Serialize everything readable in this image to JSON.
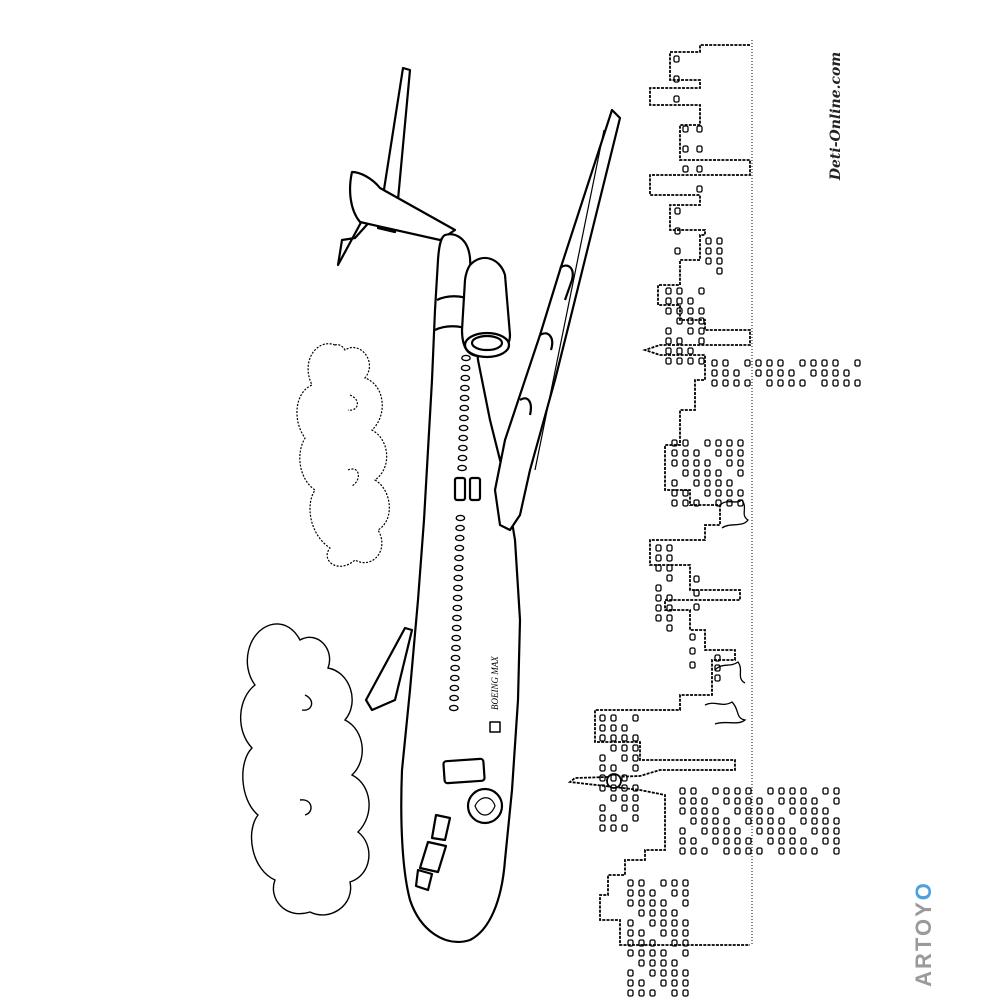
{
  "watermark_site": "Deti-Online.com",
  "watermark_brand": {
    "main": "ARTOY",
    "accent": "O"
  },
  "livery_text": "BOEING MAX",
  "colors": {
    "line": "#000000",
    "background": "#ffffff",
    "brand_gray": "#9a9a9a",
    "brand_accent": "#4aa3df"
  }
}
